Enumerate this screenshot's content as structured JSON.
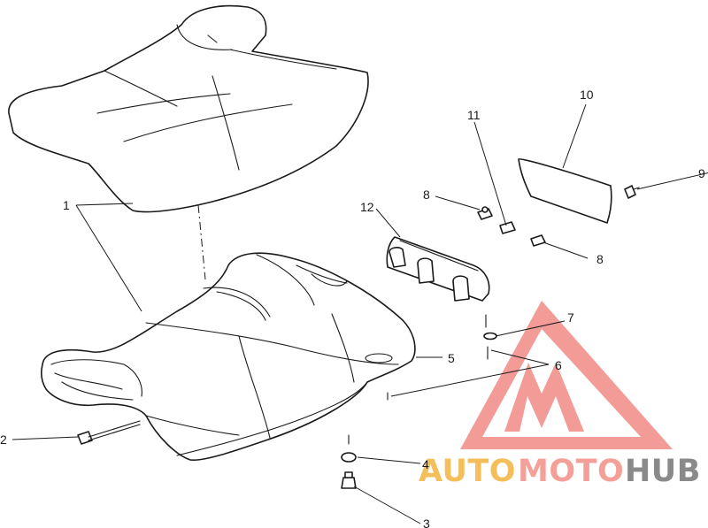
{
  "callouts": [
    {
      "id": "1",
      "label": "1"
    },
    {
      "id": "2",
      "label": "2"
    },
    {
      "id": "3",
      "label": "3"
    },
    {
      "id": "4",
      "label": "4"
    },
    {
      "id": "5",
      "label": "5"
    },
    {
      "id": "6",
      "label": "6"
    },
    {
      "id": "7",
      "label": "7"
    },
    {
      "id": "8a",
      "label": "8"
    },
    {
      "id": "8b",
      "label": "8"
    },
    {
      "id": "9",
      "label": "9"
    },
    {
      "id": "10",
      "label": "10"
    },
    {
      "id": "11",
      "label": "11"
    },
    {
      "id": "12",
      "label": "12"
    }
  ],
  "watermark": {
    "text_part1": "AUTO",
    "text_part2": "MOTO",
    "text_part3": "HUB",
    "color_part1": "#f4bf5a",
    "color_part2": "#f4a098",
    "color_part3": "#8a8a8a",
    "triangle_color": "#f28a86"
  }
}
